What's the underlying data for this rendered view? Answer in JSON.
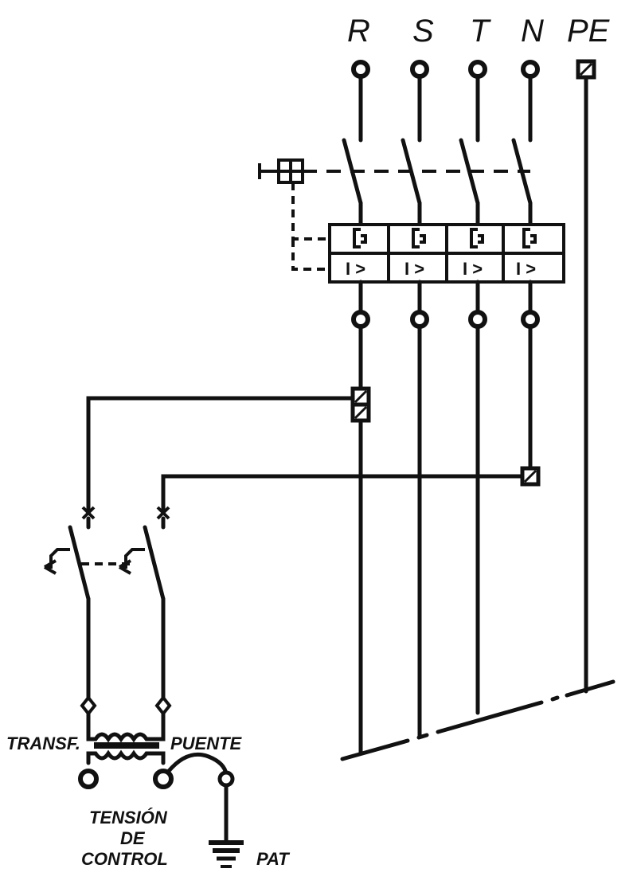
{
  "phases": [
    {
      "id": "R",
      "label": "R"
    },
    {
      "id": "S",
      "label": "S"
    },
    {
      "id": "T",
      "label": "T"
    },
    {
      "id": "N",
      "label": "N"
    },
    {
      "id": "PE",
      "label": "PE"
    }
  ],
  "relay_symbol": "I >",
  "labels": {
    "transformer": "TRANSF.",
    "bridge": "PUENTE",
    "voltage_line1": "TENSIÓN",
    "voltage_line2": "DE",
    "voltage_line3": "CONTROL",
    "earth": "PAT"
  }
}
